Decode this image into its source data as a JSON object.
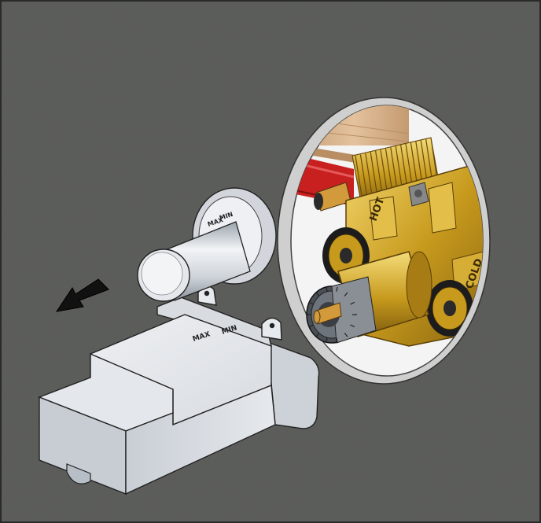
{
  "figure": {
    "wall_color": "#5d5f5c",
    "accent_brass": "#c79a1d",
    "accent_red": "#c81f1f",
    "wood_color": "#d9b48c",
    "stem_color": "#d29a3b"
  },
  "cover_labels": {
    "cap_min": "MIN",
    "cap_max": "MAX",
    "box_min": "MIN",
    "box_max": "MAX"
  },
  "valve_labels": {
    "hot": "HOT",
    "cold": "COLD"
  },
  "icons": {
    "direction": "arrow-left-down-icon"
  }
}
